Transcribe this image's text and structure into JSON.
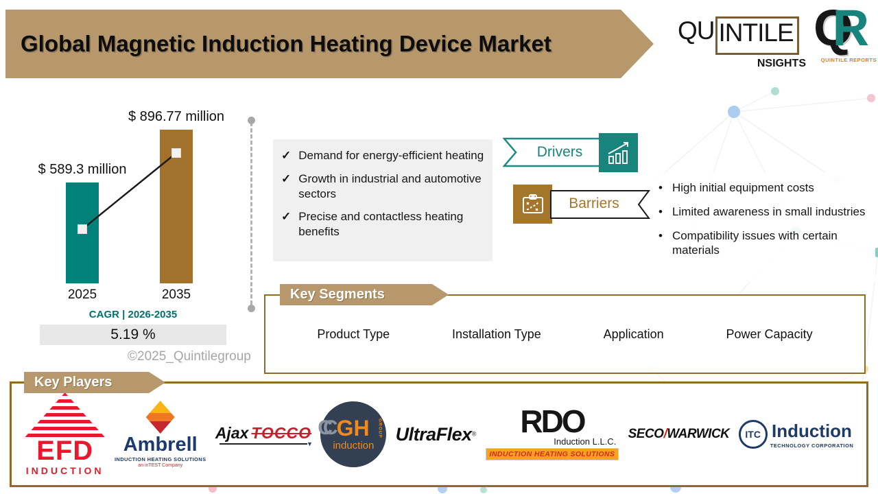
{
  "header": {
    "title": "Global Magnetic Induction Heating Device Market"
  },
  "brand": {
    "insights": {
      "prefix": "QU",
      "boxed": "INTILE",
      "below": "NSIGHTS"
    },
    "qr": {
      "q": "Q",
      "r": "R",
      "caption": "QUINTILE REPORTS"
    }
  },
  "chart_data": {
    "type": "bar",
    "categories": [
      "2025",
      "2035"
    ],
    "values": [
      589.3,
      896.77
    ],
    "value_labels": [
      "$ 589.3 million",
      "$ 896.77 million"
    ],
    "bar_colors": [
      "#00827B",
      "#A2712C"
    ],
    "trend_line": true,
    "ylim": [
      0,
      950
    ],
    "cagr": {
      "label": "CAGR | 2026-2035",
      "value": "5.19 %"
    }
  },
  "copyright": {
    "text": "©2025_Quintilegroup"
  },
  "drivers": {
    "title": "Drivers",
    "items": [
      "Demand for energy-efficient heating",
      "Growth in industrial and automotive sectors",
      "Precise and contactless heating benefits"
    ]
  },
  "barriers": {
    "title": "Barriers",
    "items": [
      "High initial equipment costs",
      "Limited awareness in small industries",
      "Compatibility issues with certain materials"
    ]
  },
  "key_segments": {
    "title": "Key Segments",
    "items": [
      "Product Type",
      "Installation Type",
      "Application",
      "Power Capacity"
    ]
  },
  "key_players": {
    "title": "Key Players",
    "items": [
      {
        "name": "EFD",
        "sub": "INDUCTION"
      },
      {
        "name": "Ambrell",
        "sub": "INDUCTION HEATING SOLUTIONS",
        "sub2": "an inTEST Company"
      },
      {
        "name": "Ajax",
        "name2": "TOCCO"
      },
      {
        "name": "GH",
        "cc": "CC",
        "group": "GROUP",
        "sub": "induction"
      },
      {
        "name": "UltraFlex",
        "reg": "®"
      },
      {
        "name": "RDO",
        "sub": "Induction L.L.C.",
        "sub2": "INDUCTION HEATING SOLUTIONS"
      },
      {
        "name": "SECO",
        "slash": "/",
        "name2": "WARWICK"
      },
      {
        "name": "ITC",
        "name2": "Induction",
        "sub": "TECHNOLOGY CORPORATION"
      }
    ]
  },
  "colors": {
    "banner_tan": "#B6986C",
    "teal": "#00827B",
    "brown": "#A5752A",
    "border_brown": "#8F6B26",
    "bar_2025": "#00827B",
    "bar_2035": "#A2712C"
  }
}
